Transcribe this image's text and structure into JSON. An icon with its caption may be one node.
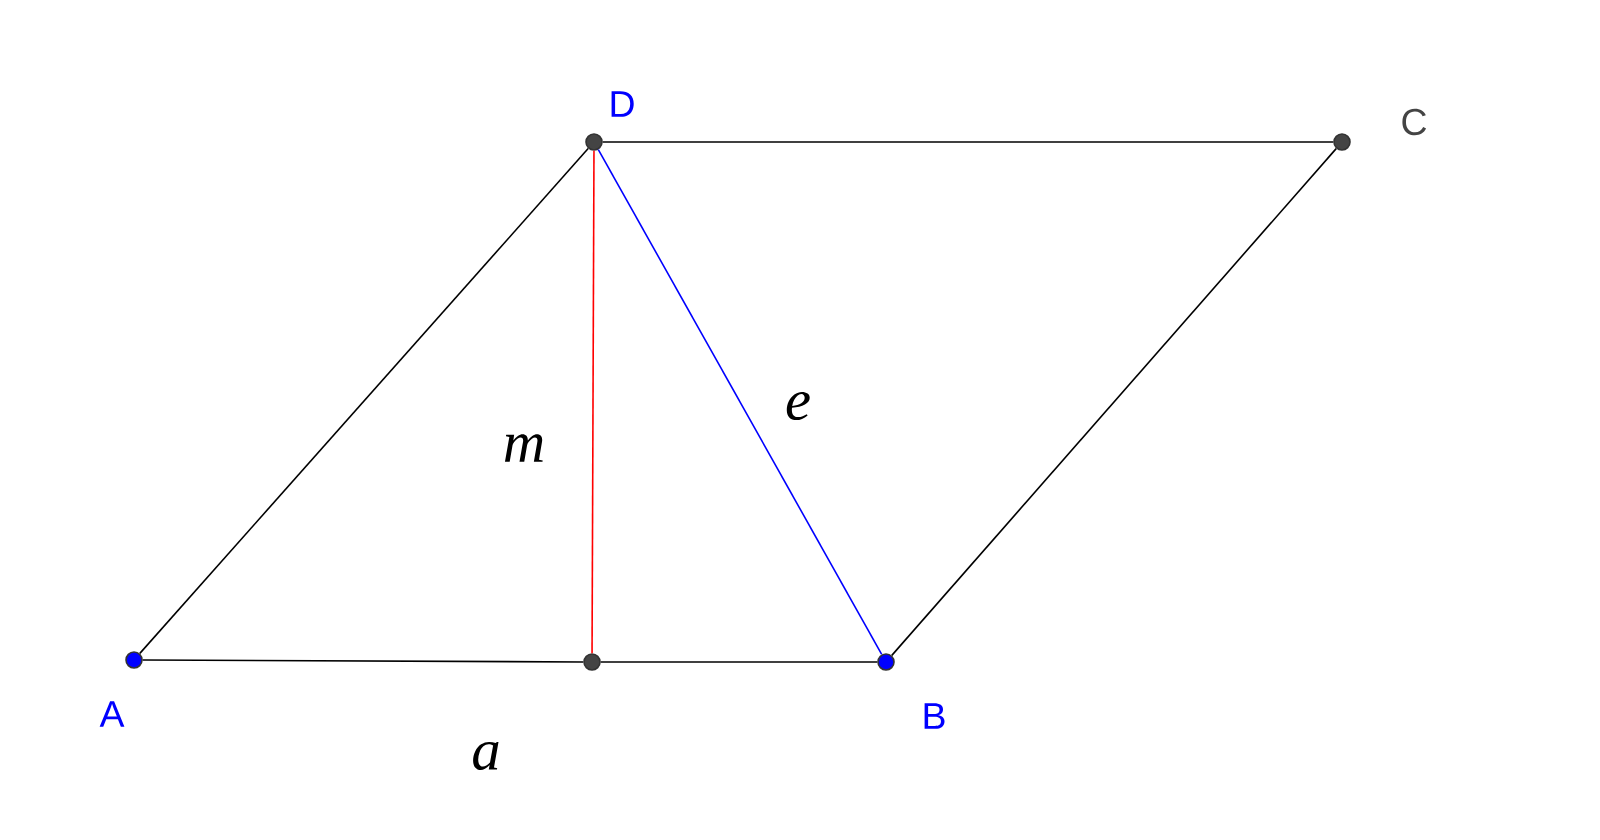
{
  "diagram": {
    "nodes": [
      {
        "text": [],
        "shape": "circle",
        "beside": [
          "A"
        ]
      },
      {
        "text": [],
        "shape": "circle"
      },
      {
        "text": [],
        "shape": "circle",
        "beside": [
          "B"
        ]
      },
      {
        "text": [],
        "shape": "circle",
        "beside": [
          "C"
        ]
      },
      {
        "text": [],
        "shape": "circle",
        "beside": [
          "D"
        ]
      }
    ],
    "edges": [
      {
        "from": 0,
        "to": 1,
        "arrow": "none",
        "label": "a"
      },
      {
        "from": 1,
        "to": 2,
        "arrow": "none"
      },
      {
        "from": 2,
        "to": 3,
        "arrow": "none"
      },
      {
        "from": 3,
        "to": 4,
        "arrow": "none"
      },
      {
        "from": 4,
        "to": 0,
        "arrow": "none"
      },
      {
        "from": 4,
        "to": 1,
        "arrow": "none",
        "label": "m",
        "color": "#ff0000"
      },
      {
        "from": 4,
        "to": 2,
        "arrow": "none",
        "label": "e",
        "color": "#0000ff"
      }
    ]
  }
}
